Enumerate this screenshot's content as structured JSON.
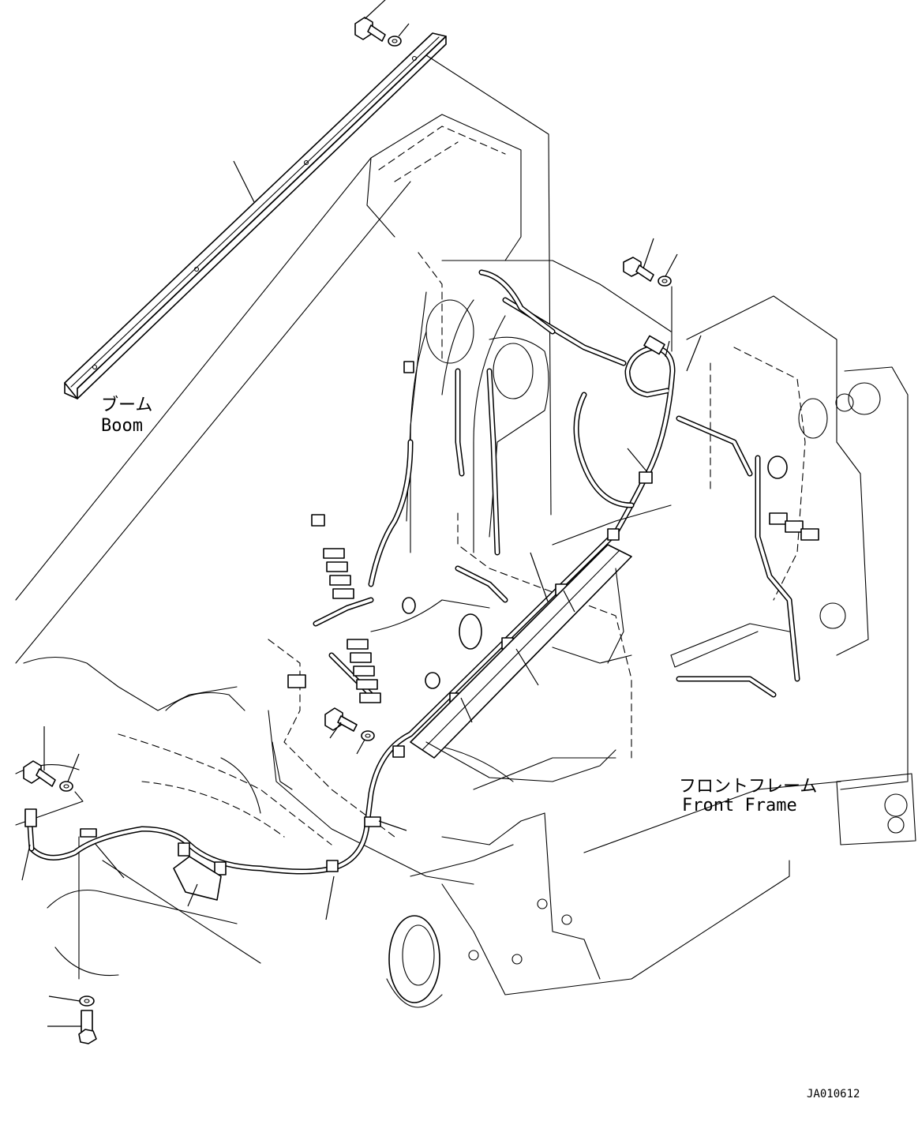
{
  "labels": {
    "boom_jp": "ブーム",
    "boom_en": "Boom",
    "frame_jp": "フロントフレーム",
    "frame_en": "Front Frame",
    "drawing_code": "JA010612"
  }
}
